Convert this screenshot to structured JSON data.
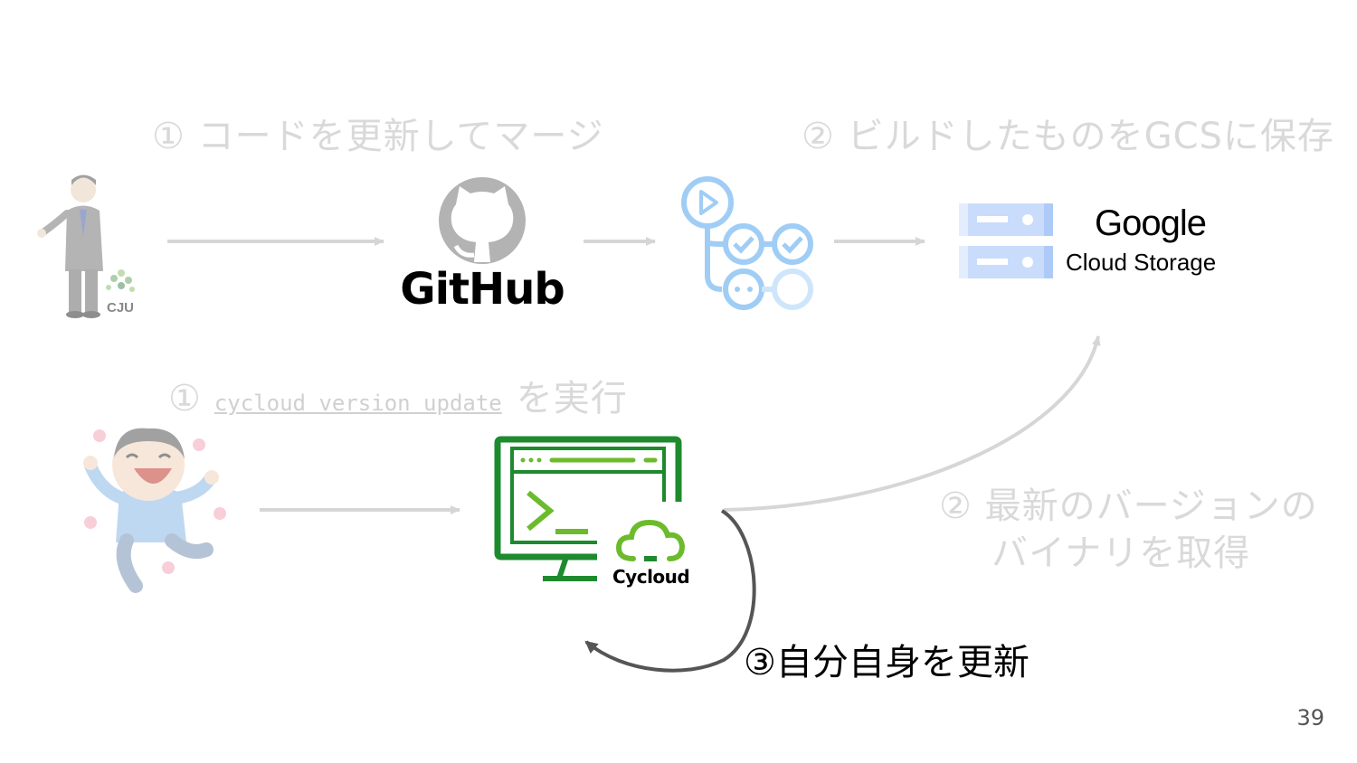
{
  "steps": {
    "top_1": "① コードを更新してマージ",
    "top_2": "② ビルドしたものをGCSに保存",
    "mid_1_prefix": "①",
    "mid_1_code": "cycloud version update",
    "mid_1_suffix": "を実行",
    "right_2_line1": "② 最新のバージョンの",
    "right_2_line2": "バイナリを取得",
    "active_3": "③自分自身を更新"
  },
  "logos": {
    "github": "GitHub",
    "google": "Google",
    "cloud_storage": "Cloud Storage",
    "cycloud": "Cycloud",
    "cju": "CJU"
  },
  "page_number": "39",
  "colors": {
    "faded": "#d9d9d9",
    "arrow": "#d6d6d6",
    "active_arrow": "#555555",
    "cycloud_green": "#1e8a2e",
    "cycloud_lime": "#6cbb2d",
    "actions_blue": "#9fcdf5",
    "gcs_blue": "#c9dcfb"
  }
}
